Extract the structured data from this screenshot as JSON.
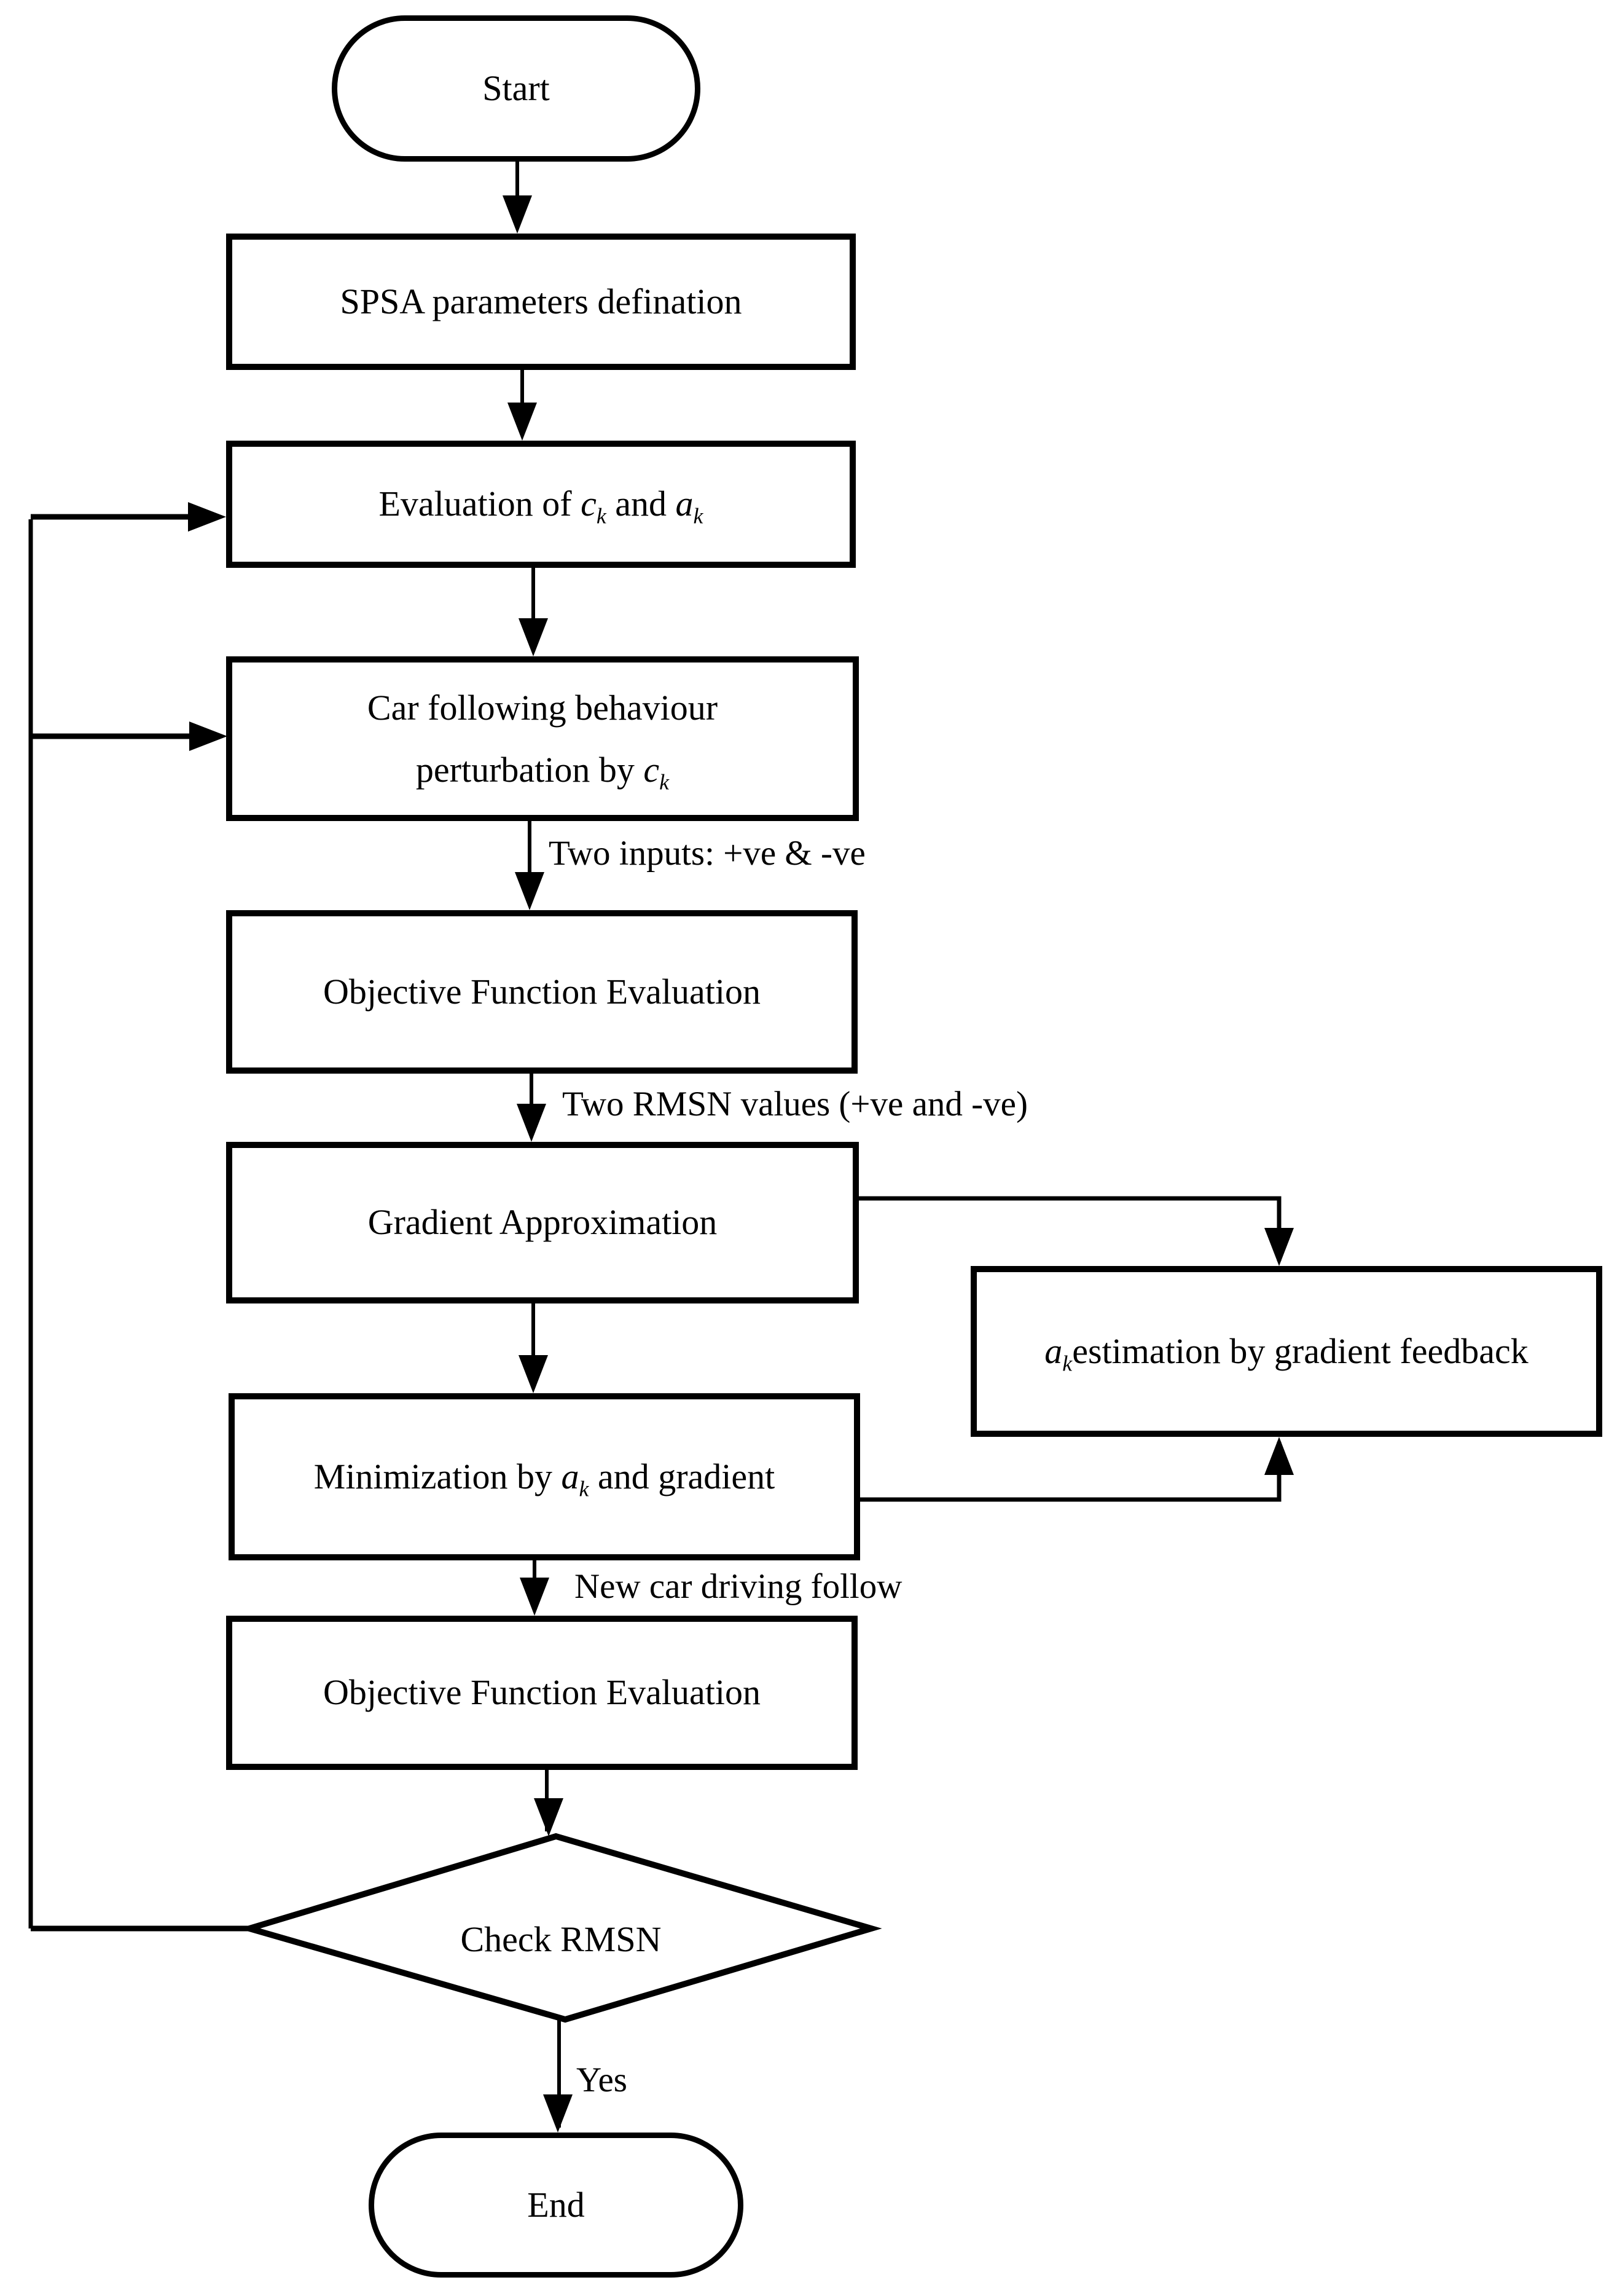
{
  "nodes": {
    "start": {
      "label": "Start"
    },
    "spsa": {
      "label": "SPSA parameters defination"
    },
    "evaluation": {
      "pre": "Evaluation of ",
      "var1": "c",
      "sub1": "k",
      "mid": " and ",
      "var2": "a",
      "sub2": "k"
    },
    "car_following": {
      "line1": "Car following behaviour",
      "line2_pre": "perturbation by ",
      "var": "c",
      "sub": "k"
    },
    "objective1": {
      "label": "Objective Function Evaluation"
    },
    "gradient": {
      "label": "Gradient Approximation"
    },
    "ak_estimation": {
      "var": "a",
      "sub": "k",
      "rest": "estimation by gradient feedback"
    },
    "minimization": {
      "pre": "Minimization by ",
      "var": "a",
      "sub": "k",
      "post": " and gradient"
    },
    "objective2": {
      "label": "Objective Function Evaluation"
    },
    "decision": {
      "label": "Check RMSN"
    },
    "end": {
      "label": "End"
    }
  },
  "edge_labels": {
    "two_inputs": "Two inputs: +ve & -ve",
    "two_rmsn": "Two RMSN values (+ve and -ve)",
    "new_car": "New car driving follow",
    "yes": "Yes"
  },
  "colors": {
    "line": "#000000",
    "box_fill": "#ffffff",
    "text": "#000000"
  }
}
